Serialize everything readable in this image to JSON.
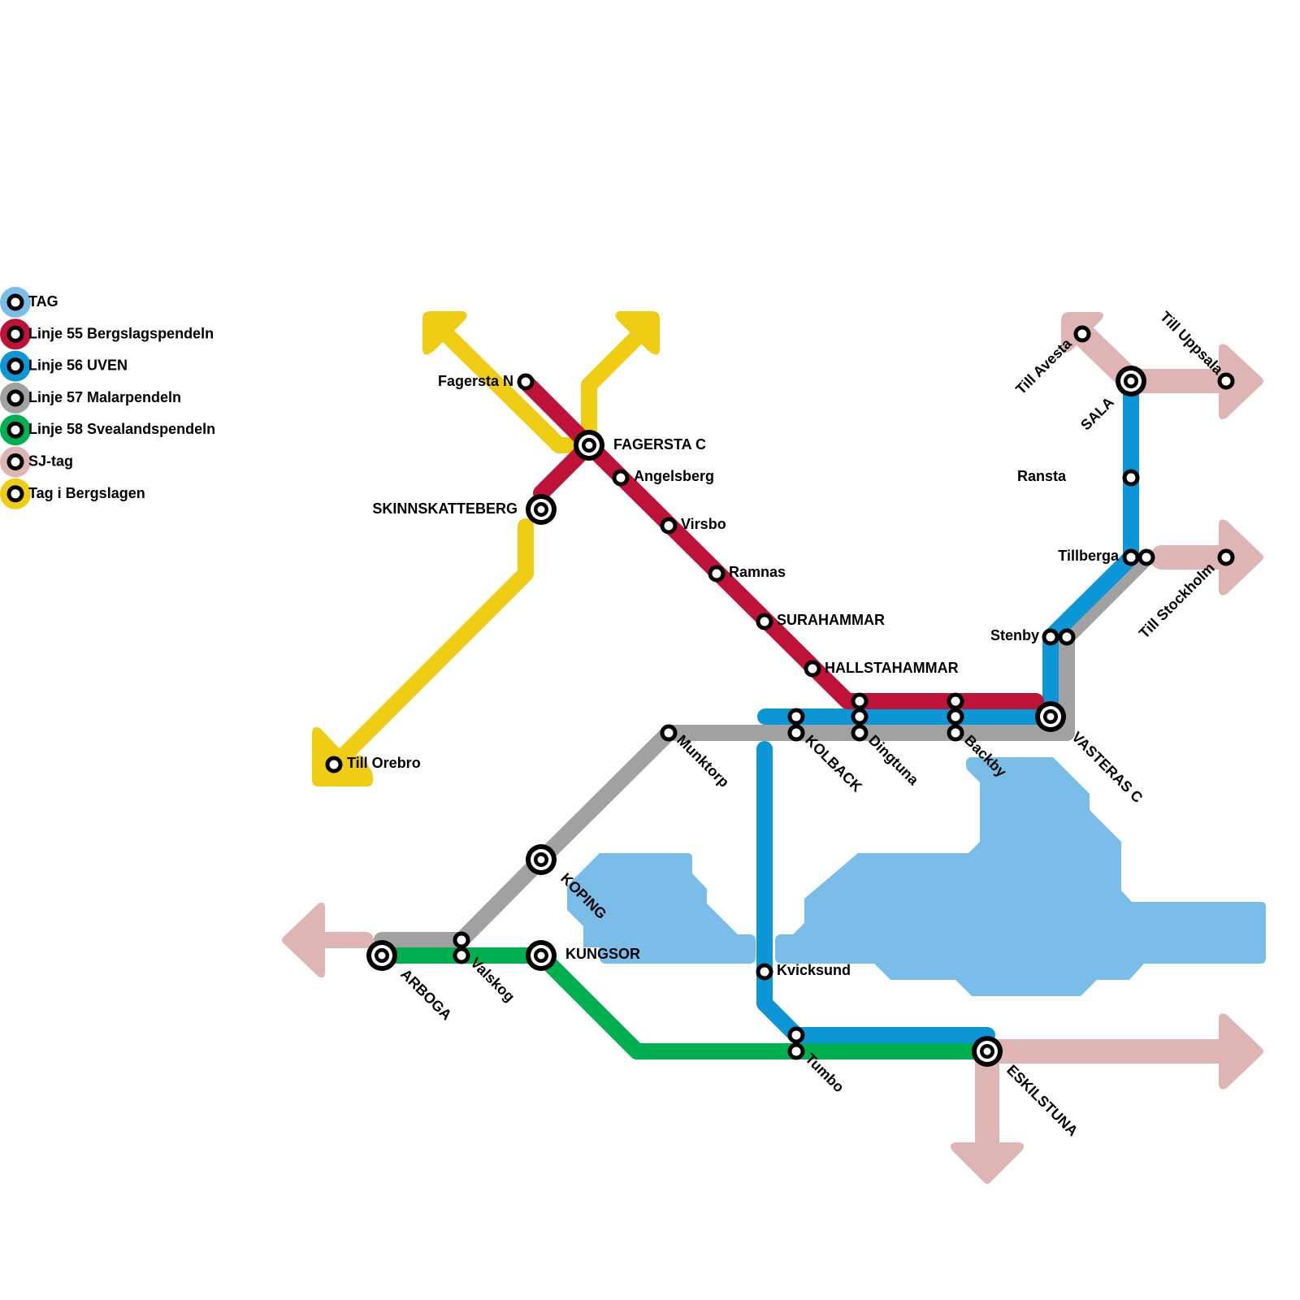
{
  "title": "Regional train map - Vastmanland / Malardalen",
  "colors": {
    "tag": "#7abde8",
    "l55": "#be1238",
    "l56": "#0c96d6",
    "l57": "#a1a1a1",
    "l58": "#00b050",
    "sj": "#dfb4b4",
    "bergslagen": "#efcd15",
    "water": "#7abde8"
  },
  "legend": [
    {
      "key": "tag",
      "label": "TAG"
    },
    {
      "key": "l55",
      "label": "Linje 55 Bergslagspendeln"
    },
    {
      "key": "l56",
      "label": "Linje 56 UVEN"
    },
    {
      "key": "l57",
      "label": "Linje 57 Malarpendeln"
    },
    {
      "key": "l58",
      "label": "Linje 58 Svealandspendeln"
    },
    {
      "key": "sj",
      "label": "SJ-tag"
    },
    {
      "key": "bergslagen",
      "label": "Tag i Bergslagen"
    }
  ],
  "stations": {
    "fagersta_n": "Fagersta N",
    "fagersta_c": "FAGERSTA C",
    "skinnskatteberg": "SKINNSKATTEBERG",
    "angelsberg": "Angelsberg",
    "virsbo": "Virsbo",
    "ramnas": "Ramnas",
    "surahammar": "SURAHAMMAR",
    "hallstahammar": "HALLSTAHAMMAR",
    "till_orebro": "Till Orebro",
    "munktorp": "Munktorp",
    "kolback": "KOLBACK",
    "dingtuna": "Dingtuna",
    "backby": "Backby",
    "vasteras_c": "VASTERAS C",
    "stenby": "Stenby",
    "tillberga": "Tillberga",
    "ransta": "Ransta",
    "sala": "SALA",
    "till_avesta": "Till Avesta",
    "till_uppsala": "Till Uppsala",
    "till_stockholm": "Till Stockholm",
    "koping": "KOPING",
    "kungsor": "KUNGSOR",
    "arboga": "ARBOGA",
    "valskog": "Valskog",
    "kvicksund": "Kvicksund",
    "tumbo": "Tumbo",
    "eskilstuna": "ESKILSTUNA"
  }
}
